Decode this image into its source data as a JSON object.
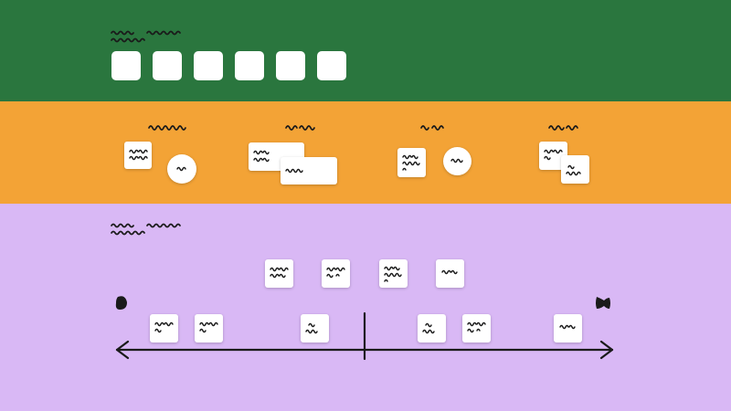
{
  "colors": {
    "green": "#2a763e",
    "orange": "#f3a336",
    "lavender": "#d9b8f5",
    "card": "#ffffff",
    "ink": "#1a1a1a"
  },
  "header_section": {
    "title_icon": "scribble-text-icon",
    "slots": 6
  },
  "middle_section": {
    "groups": [
      {
        "heading_icon": "scribble-text-icon",
        "pattern": "card-and-circle"
      },
      {
        "heading_icon": "scribble-text-icon",
        "pattern": "two-stacked-wide-cards"
      },
      {
        "heading_icon": "scribble-text-icon",
        "pattern": "card-and-circle"
      },
      {
        "heading_icon": "scribble-text-icon",
        "pattern": "two-overlapping-cards"
      }
    ]
  },
  "bottom_section": {
    "title_icon": "scribble-text-icon",
    "top_row_cards": 4,
    "axis": {
      "left_endpoint_icon": "round-blob-icon",
      "right_endpoint_icon": "bowtie-blob-icon",
      "cards_left_of_center": 3,
      "cards_right_of_center": 3
    }
  }
}
